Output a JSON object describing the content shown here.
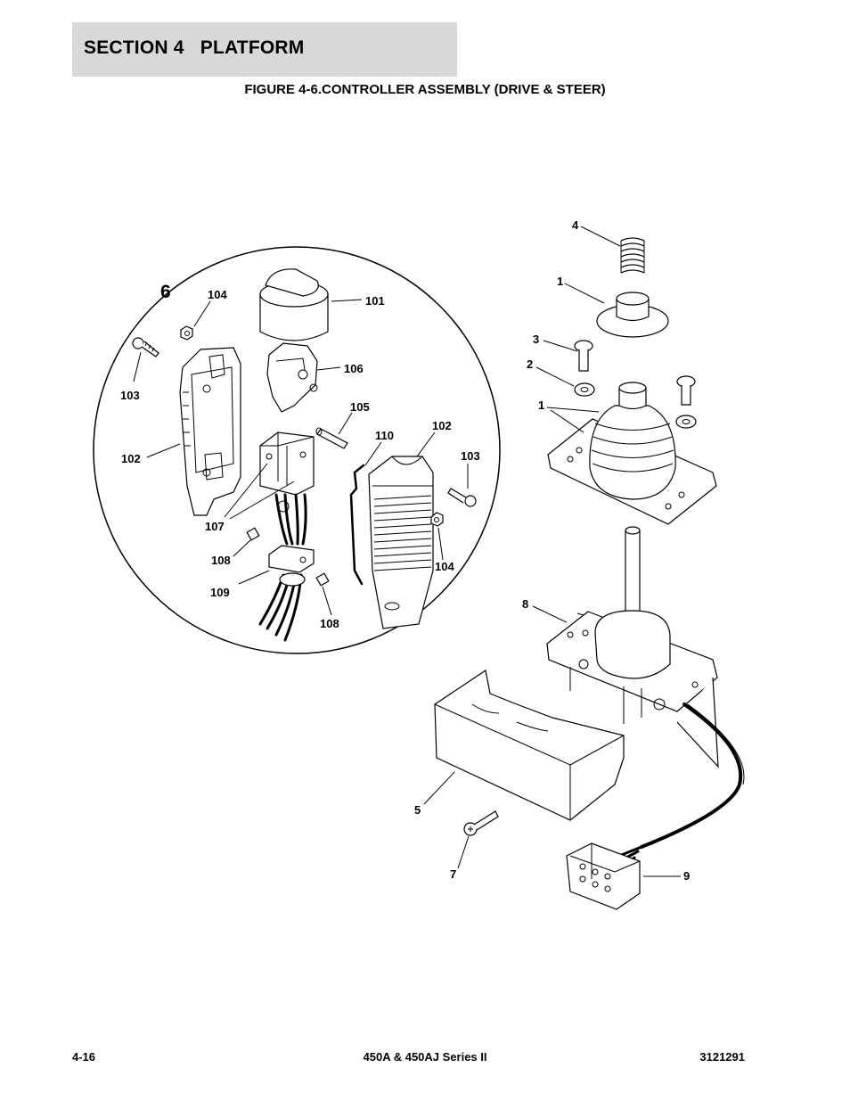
{
  "header": {
    "section": "SECTION 4   PLATFORM",
    "figure_title": "FIGURE 4-6.CONTROLLER ASSEMBLY (DRIVE & STEER)"
  },
  "callouts": {
    "detail": "6",
    "c104a": "104",
    "c101": "101",
    "c103a": "103",
    "c106": "106",
    "c105": "105",
    "c102a": "102",
    "c110": "110",
    "c102b": "102",
    "c103b": "103",
    "c107": "107",
    "c108a": "108",
    "c104b": "104",
    "c109": "109",
    "c108b": "108",
    "c4": "4",
    "c1a": "1",
    "c3": "3",
    "c2": "2",
    "c1b": "1",
    "c8": "8",
    "c5": "5",
    "c7": "7",
    "c9": "9"
  },
  "footer": {
    "page": "4-16",
    "model": "450A & 450AJ Series II",
    "doc_number": "3121291"
  }
}
